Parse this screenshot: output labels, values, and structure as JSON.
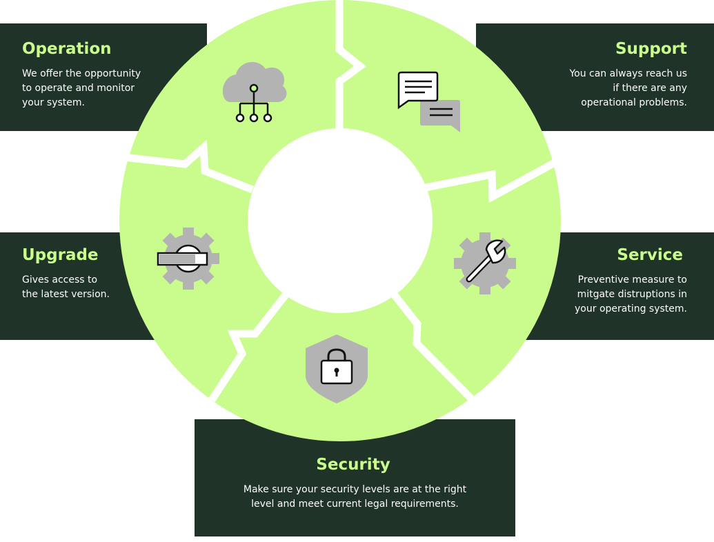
{
  "colors": {
    "panel": "#1f3328",
    "accent": "#c9fc8c",
    "icon_gray": "#b3b3b3",
    "text": "#ffffff"
  },
  "segments": [
    {
      "key": "operation",
      "title": "Operation",
      "icon": "cloud-network-icon",
      "lines": [
        "We offer the opportunity",
        "to operate and monitor",
        "your system."
      ]
    },
    {
      "key": "support",
      "title": "Support",
      "icon": "chat-bubbles-icon",
      "lines": [
        "You can always reach us",
        "if there are any",
        "operational problems."
      ]
    },
    {
      "key": "service",
      "title": "Service",
      "icon": "wrench-gear-icon",
      "lines": [
        "Preventive measure to",
        "mitgate distruptions in",
        "your operating system."
      ]
    },
    {
      "key": "security",
      "title": "Security",
      "icon": "shield-lock-icon",
      "lines": [
        "Make sure your security levels are at the right",
        "level and meet current legal requirements."
      ]
    },
    {
      "key": "upgrade",
      "title": "Upgrade",
      "icon": "gear-upgrade-icon",
      "lines": [
        "Gives access to",
        "the latest version."
      ]
    }
  ]
}
